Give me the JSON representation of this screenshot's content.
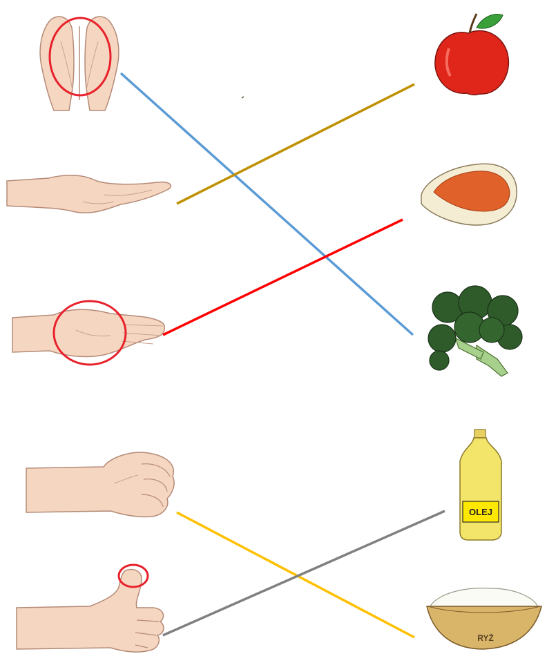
{
  "left_items": [
    {
      "name": "cupped-hands-portion"
    },
    {
      "name": "open-palm-portion"
    },
    {
      "name": "palm-circled-portion"
    },
    {
      "name": "fist-portion"
    },
    {
      "name": "thumb-tip-portion"
    }
  ],
  "right_items": [
    {
      "name": "apple"
    },
    {
      "name": "meat-steak"
    },
    {
      "name": "broccoli"
    },
    {
      "name": "oil-bottle",
      "label": "OLEJ"
    },
    {
      "name": "rice-bowl",
      "label": "RYŻ"
    }
  ],
  "connections": [
    {
      "from": "cupped-hands-portion",
      "to": "broccoli",
      "color": "#5b9bd5"
    },
    {
      "from": "open-palm-portion",
      "to": "apple",
      "color": "#bf9000"
    },
    {
      "from": "palm-circled-portion",
      "to": "meat-steak",
      "color": "#ff0000"
    },
    {
      "from": "fist-portion",
      "to": "rice-bowl",
      "color": "#ffc000"
    },
    {
      "from": "thumb-tip-portion",
      "to": "oil-bottle",
      "color": "#808080"
    }
  ],
  "colors": {
    "skin": "#f5d6c0",
    "skin_outline": "#b48a78",
    "marker_circle": "#e8202a"
  }
}
